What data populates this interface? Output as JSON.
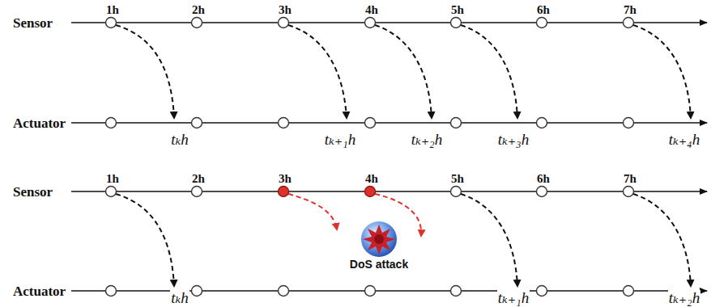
{
  "diagram": {
    "labels": [
      "Sensor",
      "Actuator",
      "1h",
      "2h",
      "3h",
      "4h",
      "5h",
      "6h",
      "7h",
      "tₖh",
      "tₖ₊₁h",
      "tₖ₊₂h",
      "tₖ₊₃h",
      "tₖ₊₄h",
      "Sensor",
      "Actuator",
      "1h",
      "2h",
      "3h",
      "4h",
      "5h",
      "6h",
      "7h",
      "DoS attack",
      "tₖh",
      "tₖ₊₁h",
      "tₖ₊₂h"
    ]
  }
}
